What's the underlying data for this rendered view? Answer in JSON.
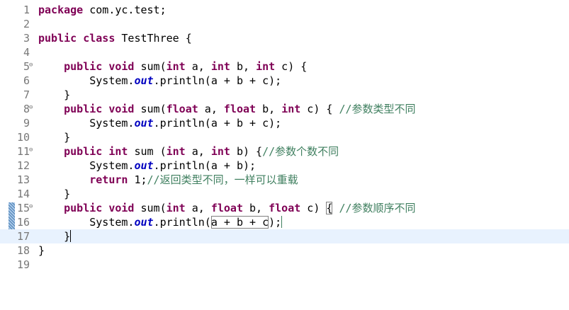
{
  "editor": {
    "current_line": 17,
    "colors": {
      "keyword": "#7f0055",
      "field": "#0000c0",
      "comment": "#3f7f5f",
      "line_number": "#787878",
      "current_line_bg": "#e8f2fe"
    },
    "fold_icon": "collapse-icon",
    "lines": [
      {
        "n": "1"
      },
      {
        "n": "2"
      },
      {
        "n": "3"
      },
      {
        "n": "4"
      },
      {
        "n": "5"
      },
      {
        "n": "6"
      },
      {
        "n": "7"
      },
      {
        "n": "8"
      },
      {
        "n": "9"
      },
      {
        "n": "10"
      },
      {
        "n": "11"
      },
      {
        "n": "12"
      },
      {
        "n": "13"
      },
      {
        "n": "14"
      },
      {
        "n": "15"
      },
      {
        "n": "16"
      },
      {
        "n": "17"
      },
      {
        "n": "18"
      },
      {
        "n": "19"
      }
    ],
    "tokens": {
      "package": "package",
      "pkgname": " com.yc.test;",
      "public": "public",
      "class": "class",
      "classname": " TestThree {",
      "void": "void",
      "int": "int",
      "float": "float",
      "return": "return",
      "sum_open": " sum(",
      "sum_space_open": " sum (",
      "a": " a, ",
      "b_close_brace": " b, ",
      "c_close_brace": " c) {",
      "c_close": " c) ",
      "b_close": " b) {",
      "system": "System.",
      "out": "out",
      "println_a": ".println(a + b + c);",
      "println_ab": ".println(a + b);",
      "println_open": ".println(",
      "println_args": "a + b + c",
      "println_close": ");",
      "close_brace": "}",
      "open_brace": "{",
      "one": " 1;",
      "comment_type": "//参数类型不同",
      "comment_count": "//参数个数不同",
      "comment_return": "//返回类型不同，一样可以重载",
      "comment_order": "//参数顺序不同"
    }
  }
}
